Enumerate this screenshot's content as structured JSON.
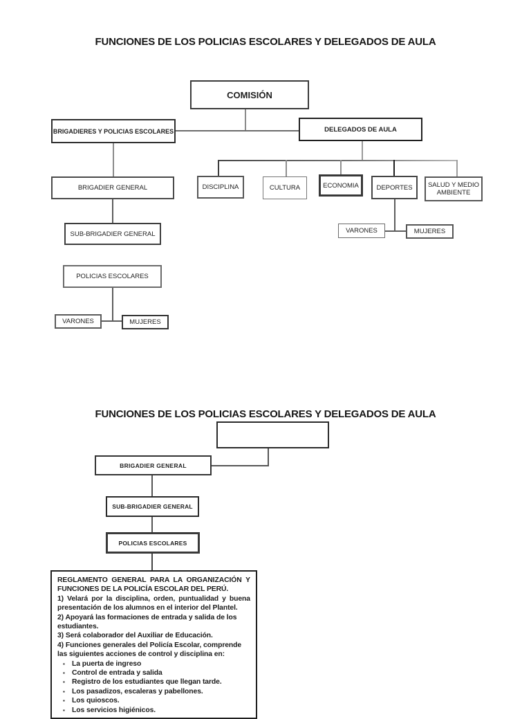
{
  "page1": {
    "title": "FUNCIONES DE LOS POLICIAS ESCOLARES Y DELEGADOS DE AULA",
    "chart": {
      "comision": "COMISIÓN",
      "brigadieres_policias": "BRIGADIERES Y POLICIAS ESCOLARES",
      "delegados_aula": "DELEGADOS DE AULA",
      "brigadier_general": "BRIGADIER GENERAL",
      "sub_brigadier_general": "SUB-BRIGADIER GENERAL",
      "policias_escolares": "POLICIAS ESCOLARES",
      "varones": "VARONES",
      "mujeres": "MUJERES",
      "disciplina": "DISCIPLINA",
      "cultura": "CULTURA",
      "economia": "ECONOMIA",
      "deportes": "DEPORTES",
      "salud_medio_ambiente": "SALUD Y MEDIO AMBIENTE",
      "deportes_varones": "VARONES",
      "deportes_mujeres": "MUJERES"
    }
  },
  "page2": {
    "title": "FUNCIONES DE LOS POLICIAS ESCOLARES Y DELEGADOS DE AULA",
    "chart": {
      "top_box": "",
      "brigadier_general": "BRIGADIER GENERAL",
      "sub_brigadier_general": "SUB-BRIGADIER GENERAL",
      "policias_escolares": "POLICIAS ESCOLARES"
    },
    "reglamento": {
      "heading": "REGLAMENTO GENERAL PARA LA ORGANIZACIÓN Y FUNCIONES DE LA POLICÍA ESCOLAR DEL PERÚ.",
      "items": [
        "1) Velará por la disciplina, orden, puntualidad y buena presentación de los alumnos en el interior del Plantel.",
        "2) Apoyará las formaciones de entrada y salida de los estudiantes.",
        "3) Será colaborador del Auxiliar de Educación.",
        "4) Funciones generales del Policía Escolar, comprende las siguientes acciones de control y disciplina en:"
      ],
      "bullet_char": "▪",
      "bullets": [
        "La puerta de ingreso",
        "Control de entrada y salida",
        "Registro de los estudiantes que llegan tarde.",
        "Los pasadizos, escaleras y pabellones.",
        "Los quioscos.",
        "Los servicios higiénicos."
      ]
    }
  }
}
